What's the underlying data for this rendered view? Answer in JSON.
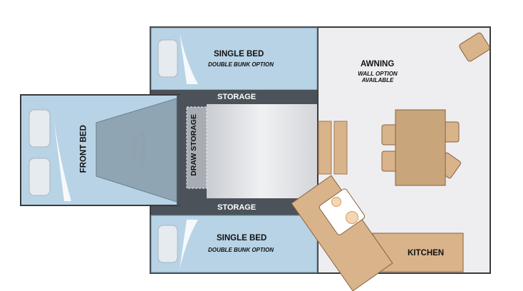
{
  "labels": {
    "single_bed_top": "SINGLE BED",
    "double_bunk_top": "DOUBLE BUNK OPTION",
    "single_bed_bottom": "SINGLE BED",
    "double_bunk_bottom": "DOUBLE BUNK OPTION",
    "storage_top": "STORAGE",
    "storage_bottom": "STORAGE",
    "front_bed": "FRONT BED",
    "front_storage_1": "FRONT",
    "front_storage_2": "STORAGE",
    "draw_storage": "DRAW STORAGE",
    "awning": "AWNING",
    "wall_option_1": "WALL OPTION",
    "wall_option_2": "AVAILABLE",
    "kitchen": "KITCHEN"
  },
  "colors": {
    "bed_blue": "#b8d3e6",
    "dark_gray": "#4b5259",
    "awning_gray": "#eeeef0",
    "wood": "#d9b38a",
    "wood_dark": "#b8895c",
    "front_storage": "#8fa5b3"
  }
}
